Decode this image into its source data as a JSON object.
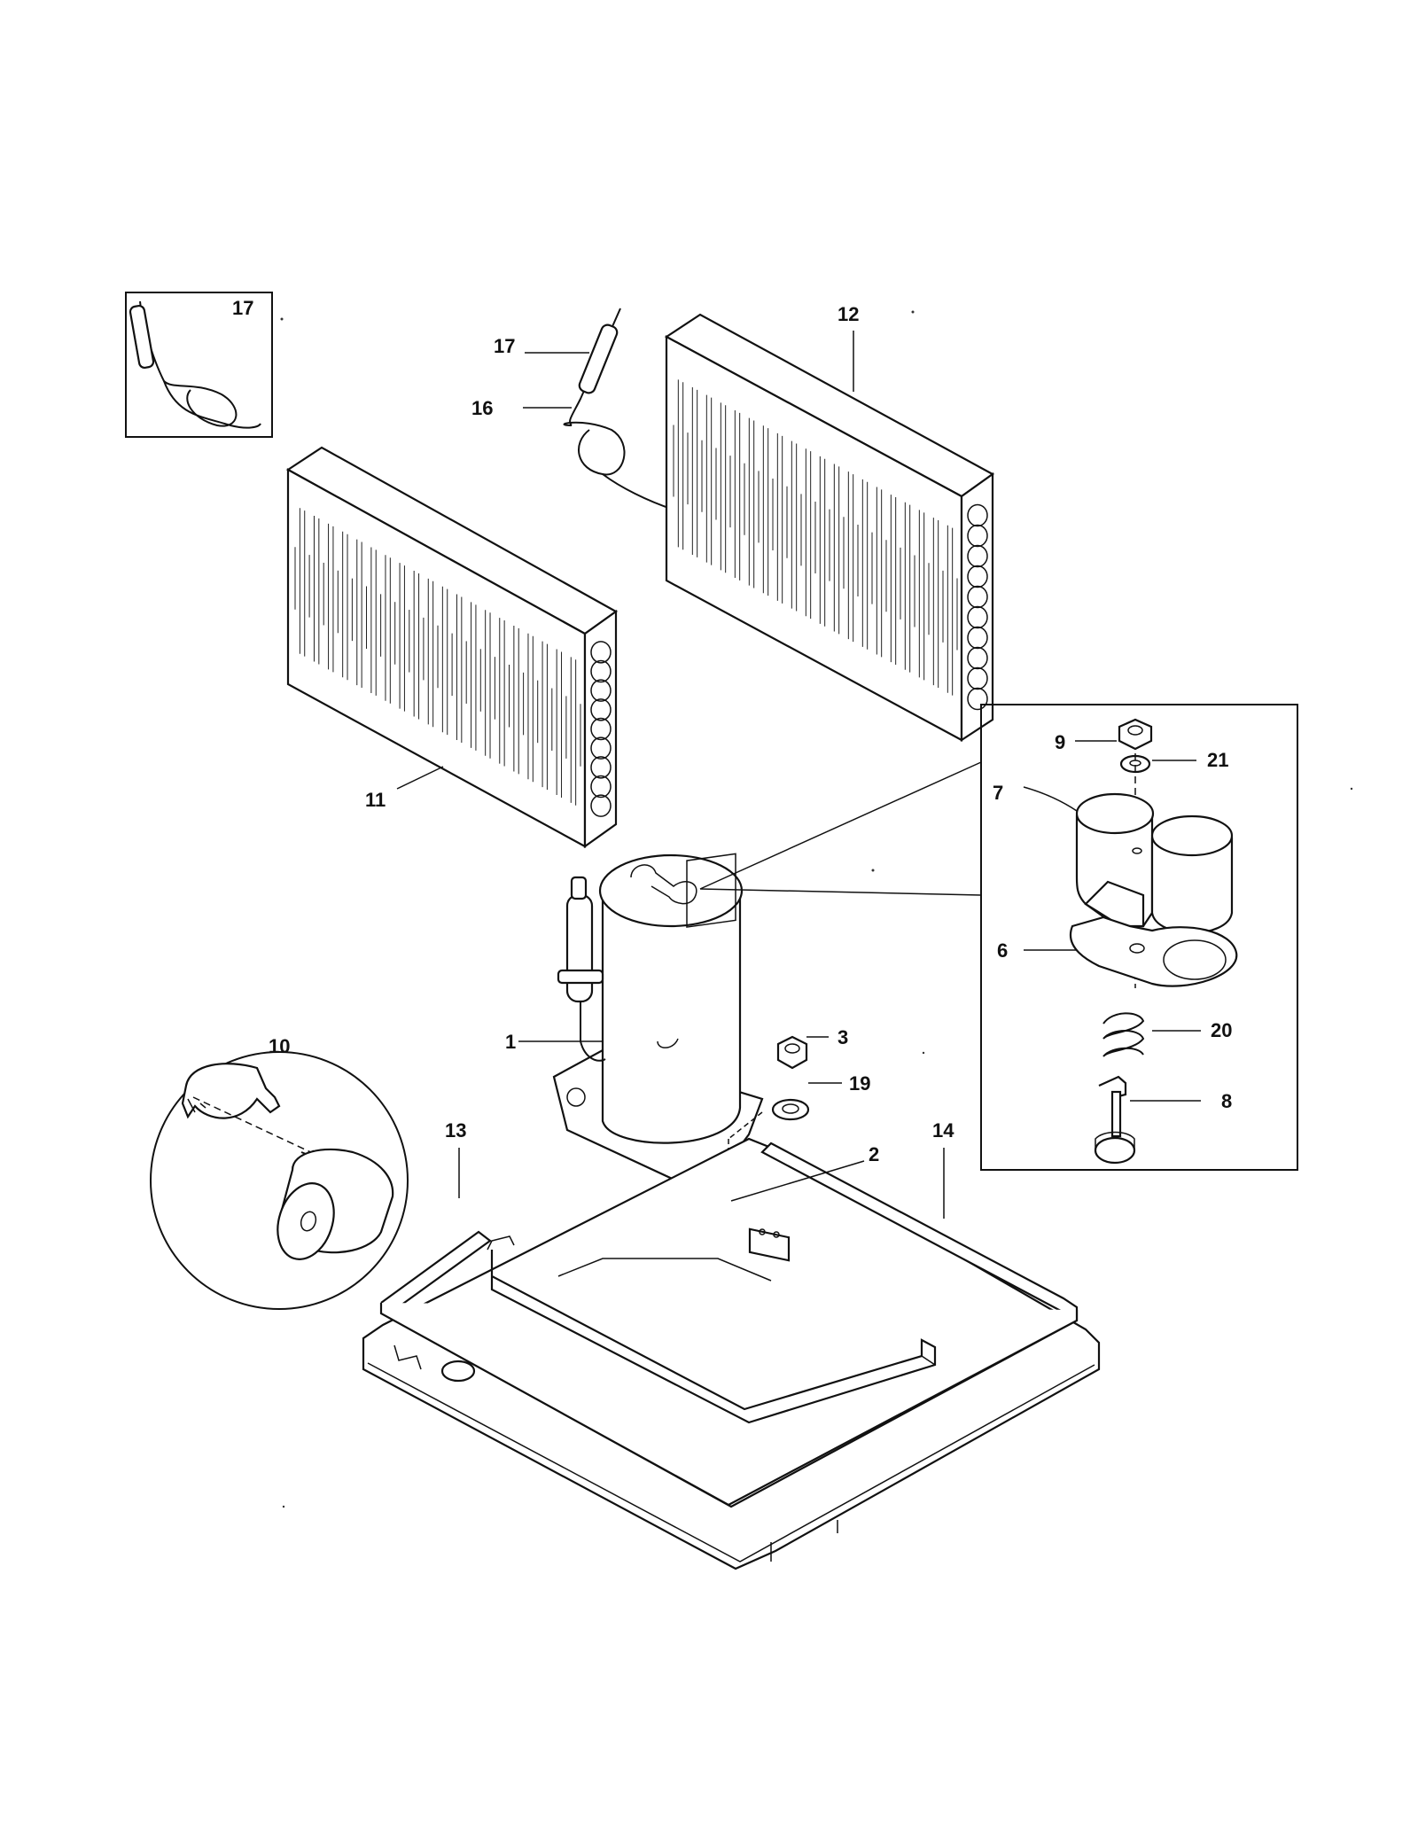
{
  "callouts": {
    "c17_inset": "17",
    "c17": "17",
    "c16": "16",
    "c12": "12",
    "c11": "11",
    "c9": "9",
    "c21": "21",
    "c7": "7",
    "c6": "6",
    "c20": "20",
    "c8": "8",
    "c10": "10",
    "c1": "1",
    "c3": "3",
    "c19": "19",
    "c13": "13",
    "c14": "14",
    "c2": "2"
  }
}
